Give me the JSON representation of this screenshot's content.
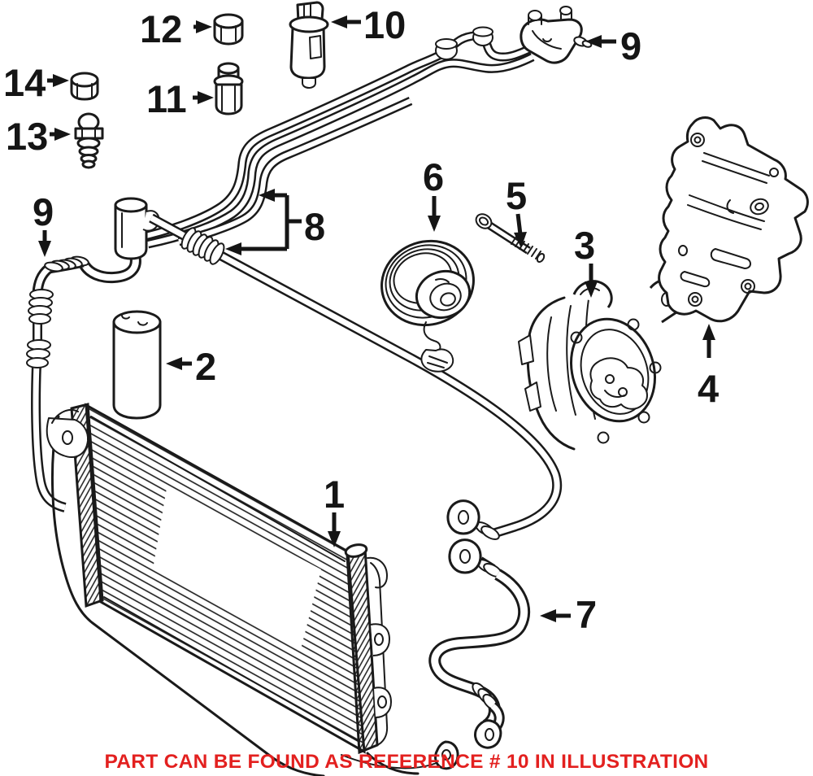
{
  "callouts": {
    "c1": "1",
    "c2": "2",
    "c3": "3",
    "c4": "4",
    "c5": "5",
    "c6": "6",
    "c7": "7",
    "c8": "8",
    "c9_pipe_assembly": "9",
    "c9_hose": "9",
    "c10": "10",
    "c11": "11",
    "c12": "12",
    "c13": "13",
    "c14": "14"
  },
  "caption": {
    "text": "PART CAN BE FOUND AS REFERENCE # 10 IN ILLUSTRATION",
    "color": "#e3201f"
  },
  "colors": {
    "line": "#1a1a1a",
    "background": "#ffffff"
  }
}
